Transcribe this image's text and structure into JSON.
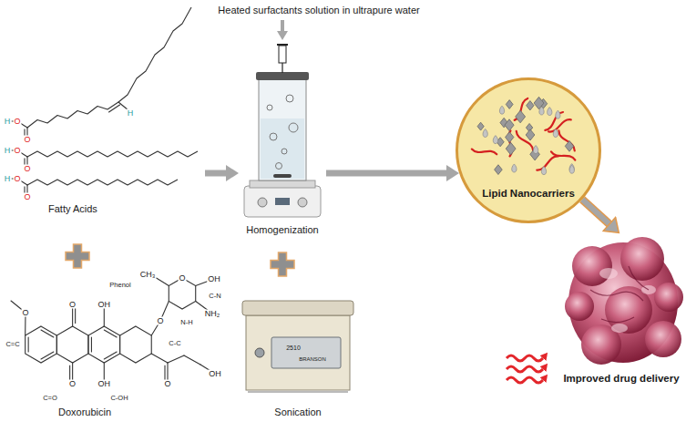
{
  "diagram": {
    "nodes": [
      {
        "text": [
          "Fatty Acids"
        ]
      },
      {
        "text": [
          "Heated surfactants solution in ultrapure water"
        ]
      },
      {
        "text": [
          "Homogenization"
        ]
      },
      {
        "text": [
          "Doxorubicin"
        ]
      },
      {
        "text": [
          "Sonication"
        ]
      },
      {
        "text": [
          "Lipid Nanocarriers"
        ]
      },
      {
        "text": [
          "Improved drug delivery"
        ]
      }
    ],
    "edges": [
      {
        "from": 0,
        "to": 2,
        "arrow": "to"
      },
      {
        "from": 1,
        "to": 2,
        "arrow": "to"
      },
      {
        "from": 2,
        "to": 5,
        "arrow": "to"
      },
      {
        "from": 5,
        "to": 6,
        "arrow": "to"
      }
    ],
    "labels": [
      "H",
      "O",
      "O",
      "H",
      "H",
      "O",
      "O",
      "H",
      "O",
      "O",
      "O",
      "C=C",
      "O",
      "OH",
      "Phenol",
      "CH₃",
      "O",
      "OH",
      "C-N",
      "NH₂",
      "O",
      "N-H",
      "O",
      "C=O",
      "OH",
      "C-OH",
      "C-C",
      "O",
      "OH",
      "2510",
      "BRANSON"
    ]
  }
}
